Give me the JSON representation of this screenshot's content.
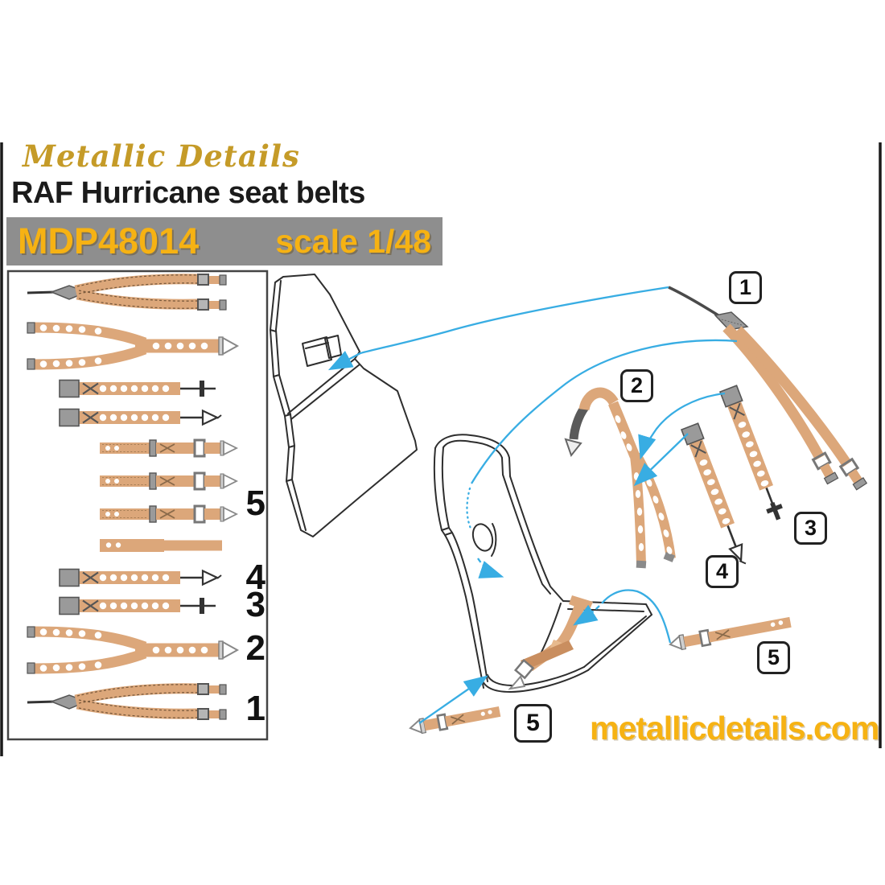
{
  "branding": {
    "logo": "Metallic Details",
    "website": "metallicdetails.com"
  },
  "header": {
    "title": "RAF Hurricane seat belts",
    "product_code": "MDP48014",
    "scale": "scale 1/48"
  },
  "parts_box": {
    "labels": [
      "5",
      "4",
      "3",
      "2",
      "1"
    ]
  },
  "assembly": {
    "callouts": [
      "1",
      "2",
      "3",
      "4",
      "5",
      "5"
    ]
  },
  "colors": {
    "gold": "#F6B213",
    "bar_gray": "#8E8E8E",
    "strap_tan": "#DCA77A",
    "strap_dark_tan": "#C98E5F",
    "metal_gray": "#9A9A9A",
    "leader_blue": "#38ADE3",
    "ink": "#2E2E2E"
  }
}
